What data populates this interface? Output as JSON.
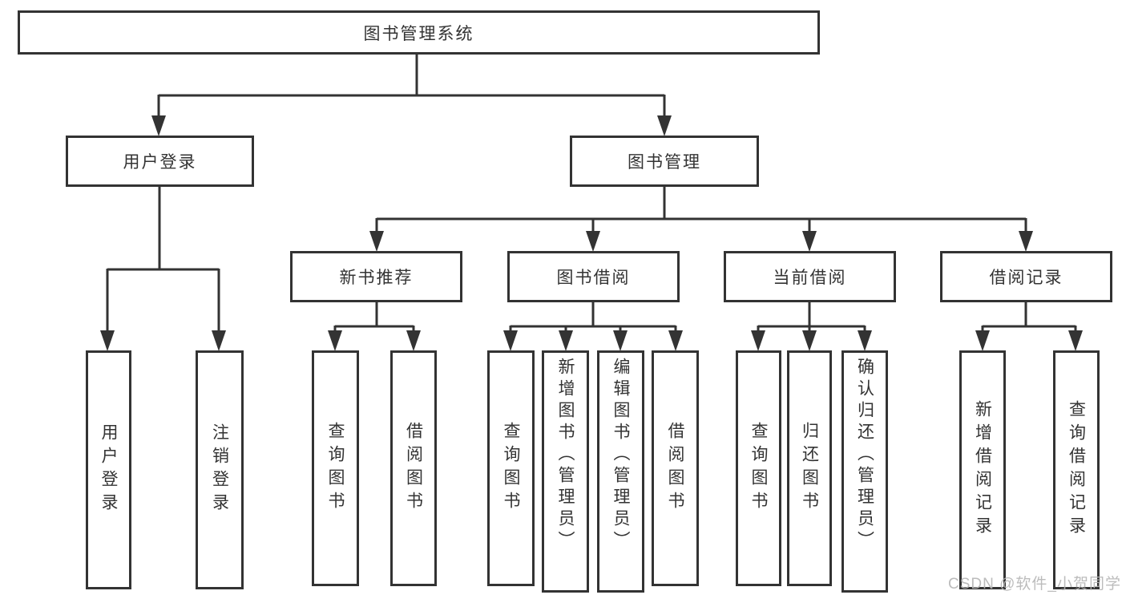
{
  "diagram_title": "图书管理系统",
  "nodes": {
    "root": {
      "label": "图书管理系统"
    },
    "level2": [
      {
        "label": "用户登录"
      },
      {
        "label": "图书管理"
      }
    ],
    "level3": [
      {
        "label": "新书推荐"
      },
      {
        "label": "图书借阅"
      },
      {
        "label": "当前借阅"
      },
      {
        "label": "借阅记录"
      }
    ],
    "leaves": [
      {
        "label": "用户登录",
        "parent": "用户登录"
      },
      {
        "label": "注销登录",
        "parent": "用户登录"
      },
      {
        "label": "查询图书",
        "parent": "新书推荐"
      },
      {
        "label": "借阅图书",
        "parent": "新书推荐"
      },
      {
        "label": "查询图书",
        "parent": "图书借阅"
      },
      {
        "label": "新增图书（管理员）",
        "parent": "图书借阅"
      },
      {
        "label": "编辑图书（管理员）",
        "parent": "图书借阅"
      },
      {
        "label": "借阅图书",
        "parent": "图书借阅"
      },
      {
        "label": "查询图书",
        "parent": "当前借阅"
      },
      {
        "label": "归还图书",
        "parent": "当前借阅"
      },
      {
        "label": "确认归还（管理员）",
        "parent": "当前借阅"
      },
      {
        "label": "新增借阅记录",
        "parent": "借阅记录"
      },
      {
        "label": "查询借阅记录",
        "parent": "借阅记录"
      }
    ]
  },
  "watermark": {
    "text": "CSDN @软件_小贺同学"
  },
  "colors": {
    "line": "#333333",
    "text": "#333333",
    "box_background": "#ffffff",
    "watermark": "#b5b5b5",
    "background": "#ffffff"
  }
}
